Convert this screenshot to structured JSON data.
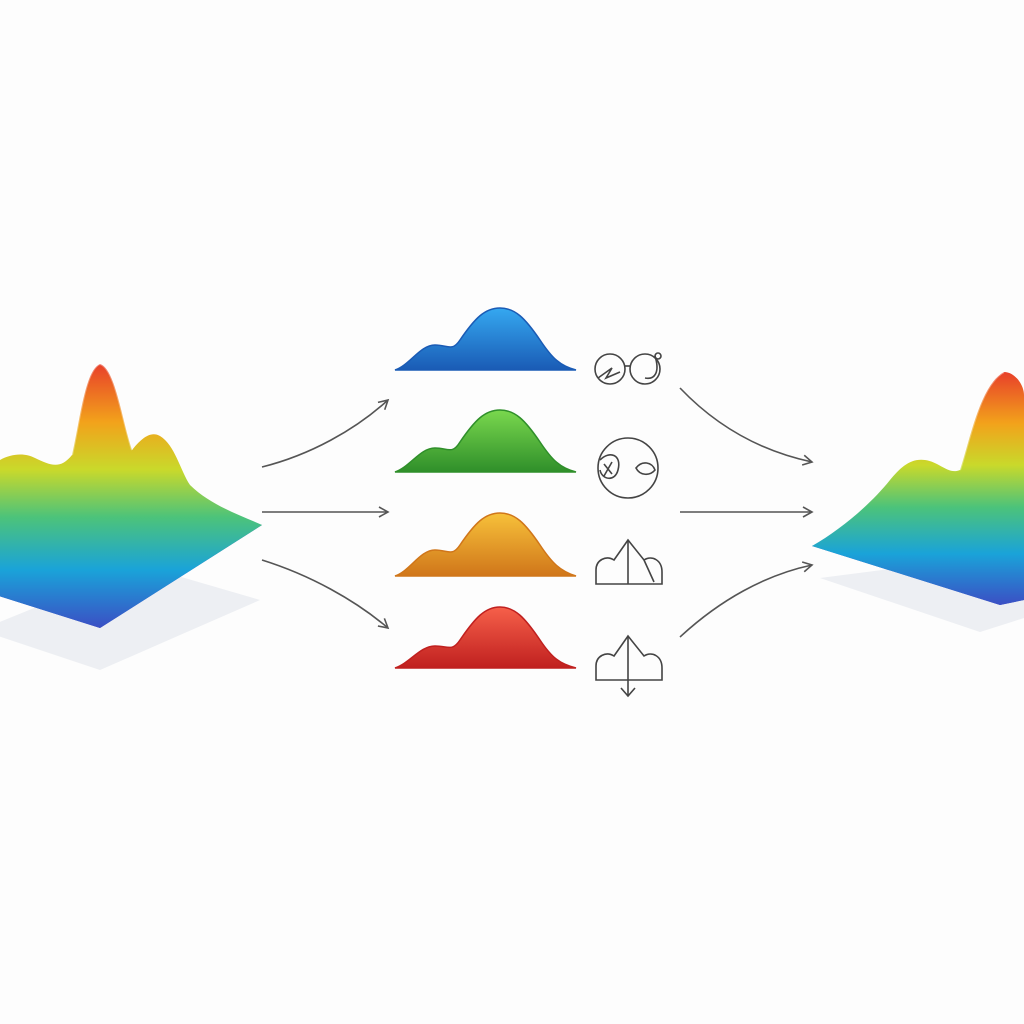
{
  "diagram": {
    "input_surface": {
      "icon": "multimodal-3d-surface",
      "palette": [
        "#3b4fc4",
        "#1aa3d9",
        "#4cc37a",
        "#c9d92b",
        "#f2a21b",
        "#e8402a"
      ]
    },
    "components": [
      {
        "id": "blue",
        "color": "#1f8fe0",
        "edge": "#1a5bb5",
        "symbol": "linked-circles-icon"
      },
      {
        "id": "green",
        "color": "#5cc93f",
        "edge": "#2f8f2a",
        "symbol": "circle-face-icon"
      },
      {
        "id": "orange",
        "color": "#f2a91e",
        "edge": "#d0761a",
        "symbol": "peak-cloud-icon"
      },
      {
        "id": "red",
        "color": "#ef4436",
        "edge": "#c0201f",
        "symbol": "updown-cloud-icon"
      }
    ],
    "output_surface": {
      "icon": "multimodal-3d-surface",
      "palette": [
        "#3b4fc4",
        "#1aa3d9",
        "#4cc37a",
        "#c9d92b",
        "#f2a21b",
        "#e8402a"
      ]
    },
    "arrow_color": "#555555"
  }
}
